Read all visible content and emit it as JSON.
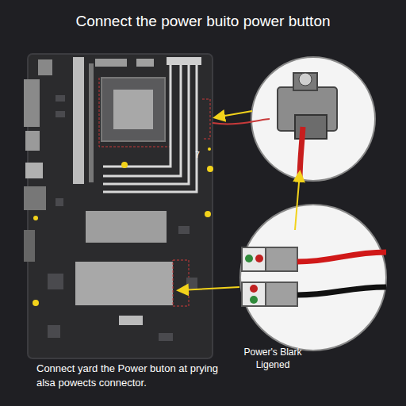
{
  "diagram": {
    "title": "Connect the power buito power button",
    "caption": "Connect yard the Power buton at prying alsa powects connector.",
    "labels": [
      "7",
      "Power's Blark Ligened"
    ]
  }
}
